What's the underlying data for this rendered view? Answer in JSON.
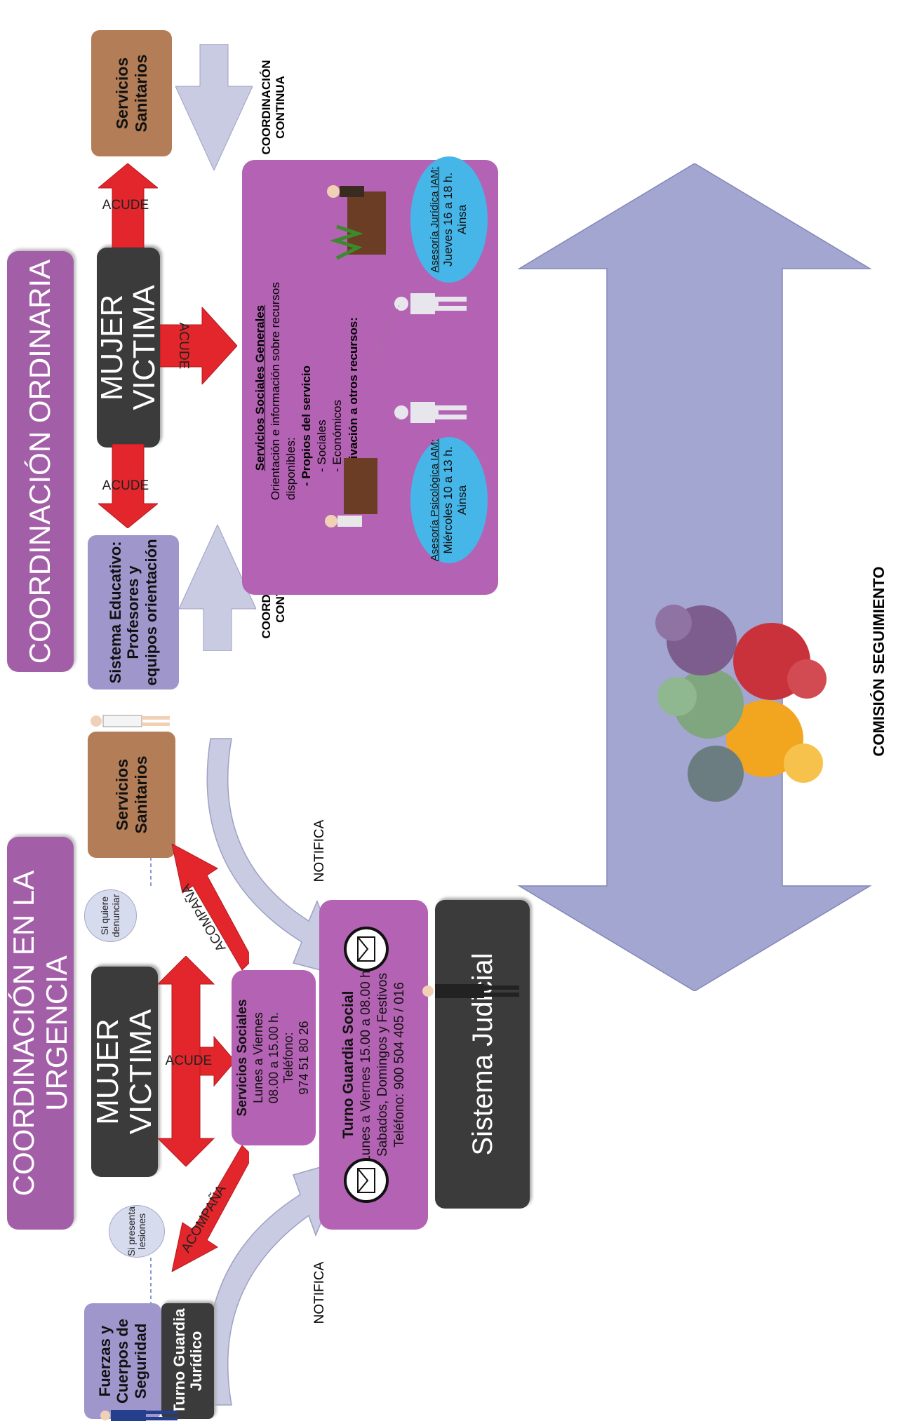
{
  "urgencia": {
    "title": "COORDINACIÓN EN LA URGENCIA",
    "mujer_victima": "MUJER VICTIMA",
    "si_quiere_denunciar": "Si quiere denunciar",
    "si_presenta_lesiones": "Si presenta lesiones",
    "acude": "ACUDE",
    "acompana": "ACOMPAÑA",
    "servicios_sanitarios": "Servicios Sanitarios",
    "servicios_sociales": {
      "title": "Servicios Sociales",
      "line1": "Lunes a Viernes",
      "line2": "08.00 a 15.00 h.",
      "line3": "Teléfono:",
      "line4": "974 51 80 26"
    },
    "fuerzas": "Fuerzas y Cuerpos de Seguridad",
    "turno_juridico": "Turno Guardia Jurídico",
    "turno_social": {
      "title": "Turno Guardia Social",
      "line1": "Lunes a Viernes 15.00 a 08.00 h.",
      "line2": "Sabados, Domingos y Festivos",
      "line3": "Teléfono: 900 504 405 / 016"
    },
    "notifica": "NOTIFICA",
    "sistema_judicial": "Sistema Judicial"
  },
  "ordinaria": {
    "title": "COORDINACIÓN ORDINARIA",
    "mujer_victima": "MUJER VICTIMA",
    "acude": "ACUDE",
    "servicios_sanitarios": "Servicios Sanitarios",
    "sistema_educativo": "Sistema Educativo: Profesores y equipos orientación",
    "coordinacion_continua": "COORDINACIÓN CONTINUA",
    "ssg": {
      "title": "Servicios Sociales Generales",
      "line1": "Orientación e información sobre recursos disponibles:",
      "line2": "- Propios del servicio",
      "line3": "- Sociales",
      "line4": "- Económicos",
      "line5": "- Derivación a otros recursos:"
    },
    "psico": {
      "title": "Asesoría Psicológica IAM:",
      "line1": "Miércoles 10 a 13 h.",
      "line2": "Ainsa"
    },
    "juridica": {
      "title": "Asesoría Jurídica IAM:",
      "line1": "Jueves 16 a 18 h.",
      "line2": "Ainsa"
    }
  },
  "comision": "COMISIÓN SEGUIMIENTO",
  "colors": {
    "purple": "#a35ea8",
    "dark": "#3b3b3b",
    "brown": "#b37e57",
    "lavender": "#9f96cc",
    "red": "#e3262b",
    "cyan": "#46b6e8",
    "arrow_gray": "#c9cbe3",
    "big_arrow": "#a3a6d0"
  }
}
